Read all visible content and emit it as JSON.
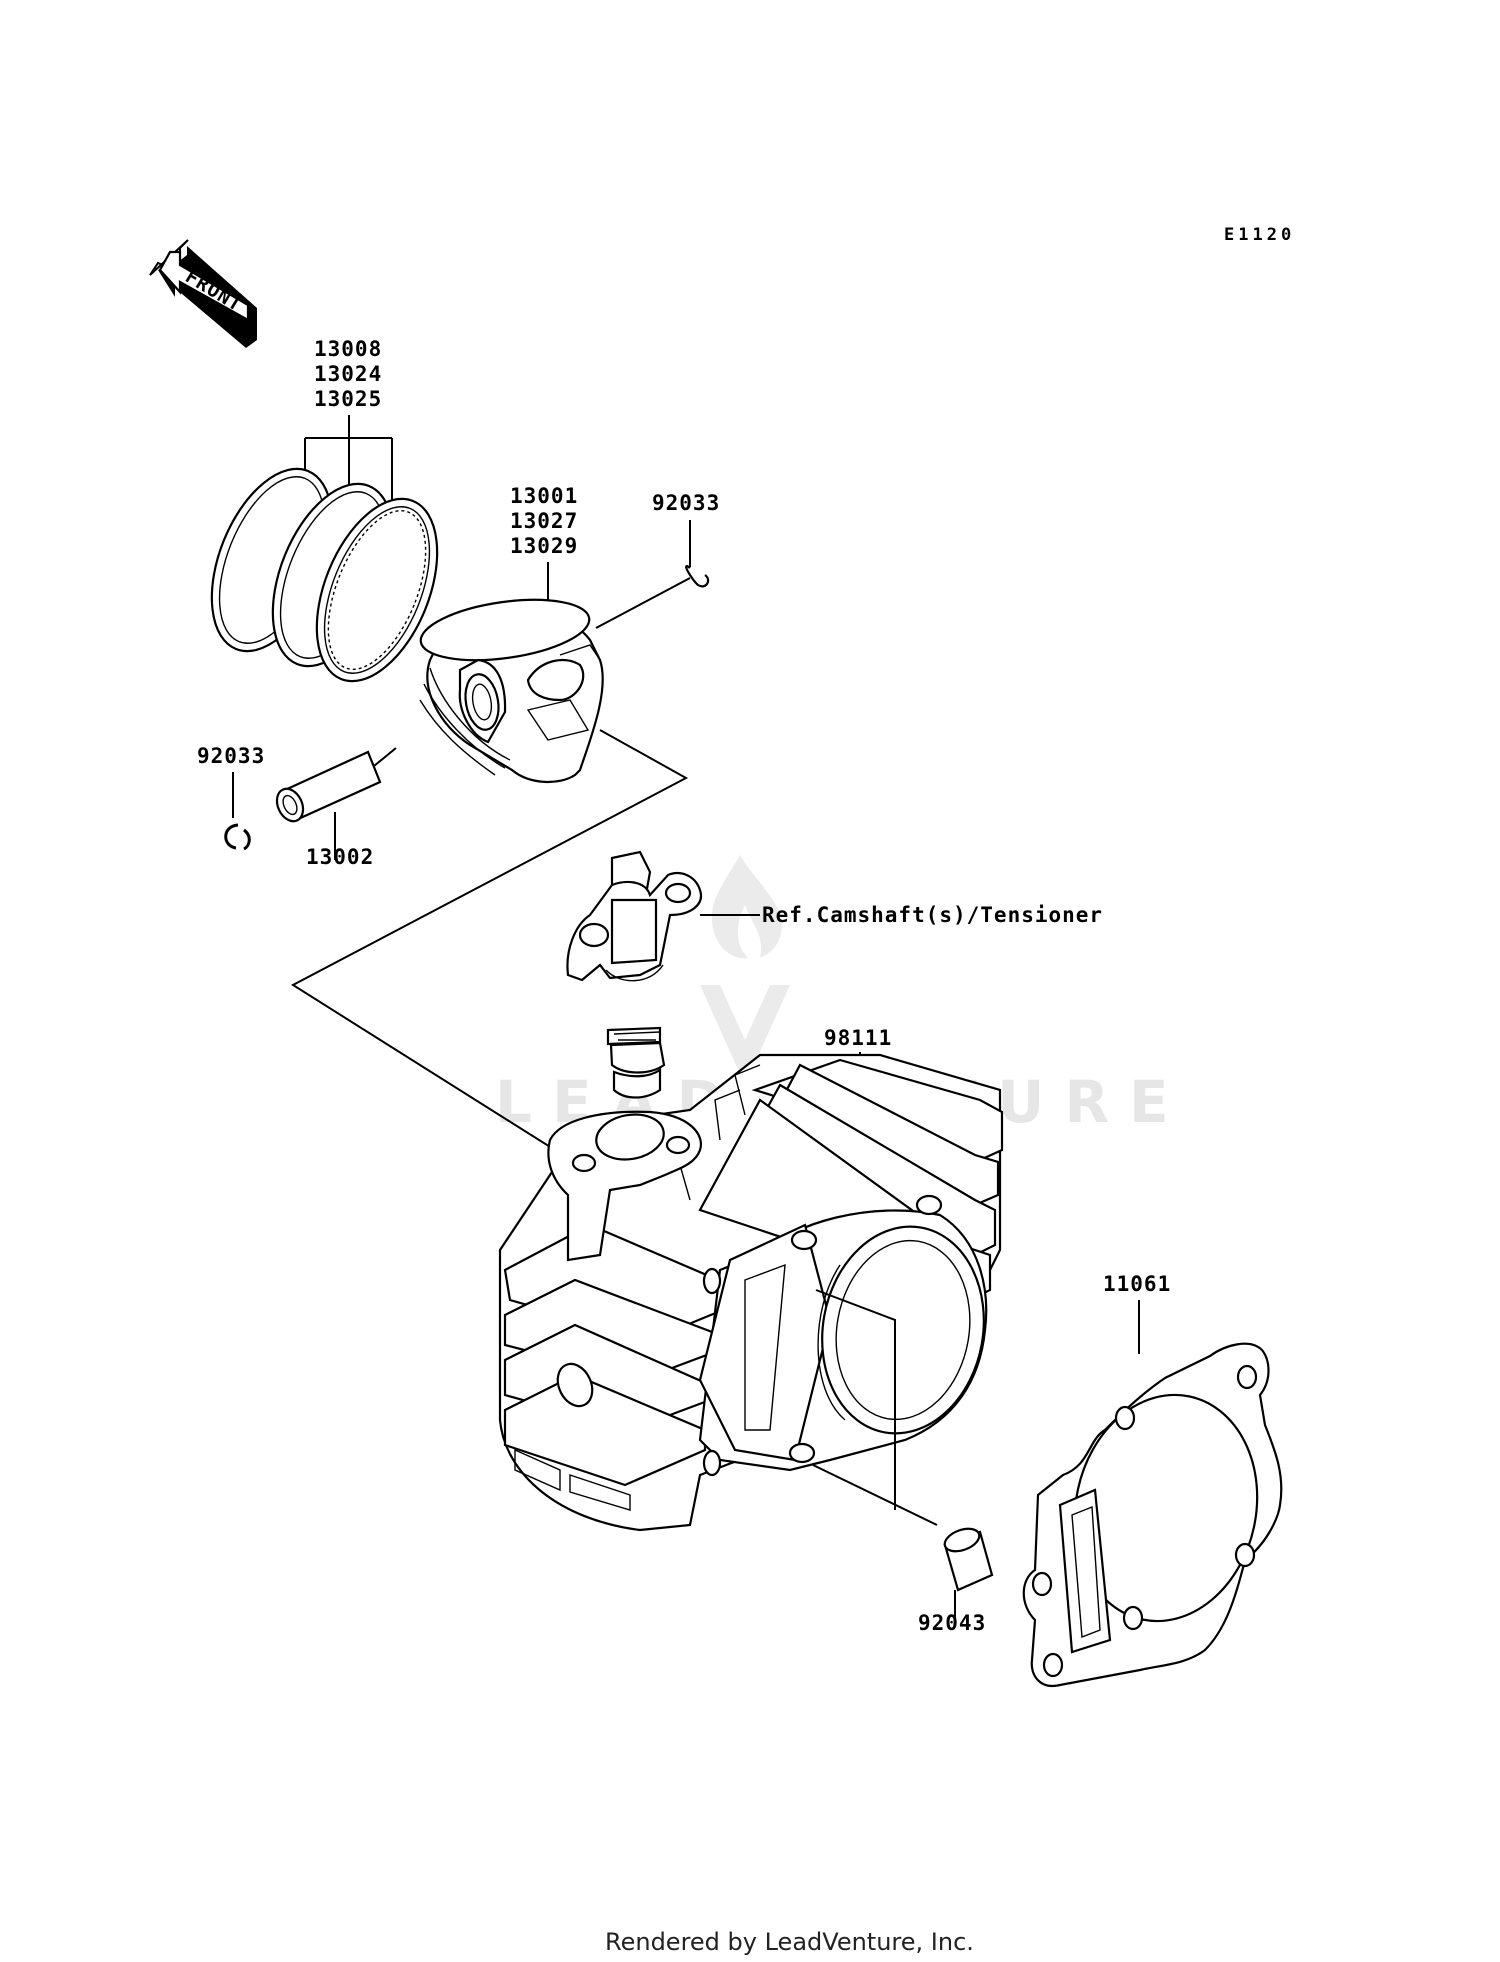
{
  "diagram": {
    "code": "E1120",
    "front_arrow": "FRONT",
    "labels": {
      "rings": [
        "13008",
        "13024",
        "13025"
      ],
      "piston": [
        "13001",
        "13027",
        "13029"
      ],
      "clip_right": "92033",
      "clip_left": "92033",
      "pin": "13002",
      "tensioner_ref": "Ref.Camshaft(s)/Tensioner",
      "cylinder": "98111",
      "gasket": "11061",
      "dowel": "92043"
    },
    "watermark": "LEADVENTURE",
    "footer": "Rendered by LeadVenture, Inc."
  }
}
